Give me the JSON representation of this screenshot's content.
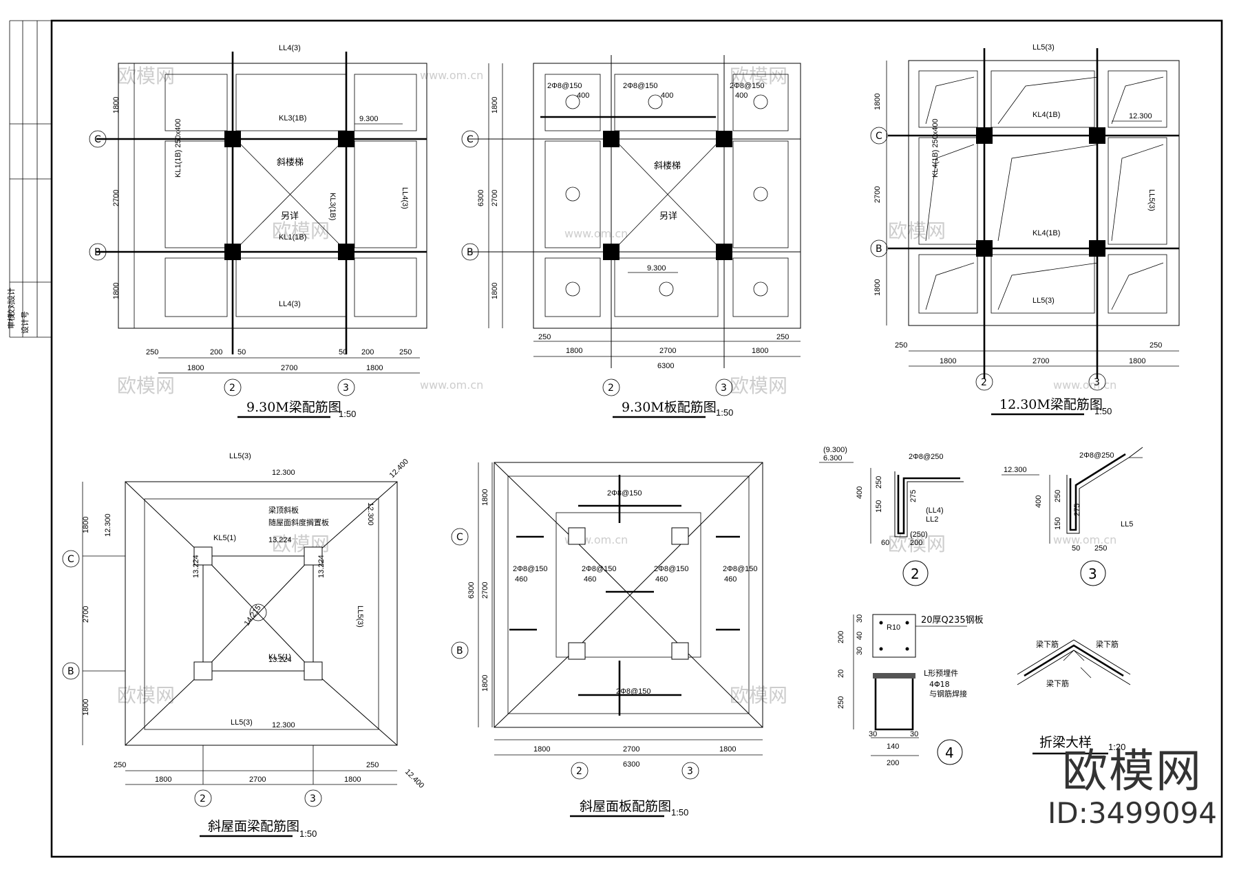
{
  "drawings": {
    "p1": {
      "title": "9.30M梁配筋图",
      "scale": "1:50",
      "beams": [
        "KL3(1B)",
        "KL3(1B)",
        "KL1(1B)",
        "LL4(3)",
        "LL4(3)",
        "LL4(3)",
        "KL1(1B) 250x400"
      ],
      "level": "9.300",
      "center": "斜楼梯",
      "center2": "另详"
    },
    "p2": {
      "title": "9.30M板配筋图",
      "scale": "1:50",
      "level": "9.300",
      "center": "斜楼梯",
      "center2": "另详",
      "rebar": "2Φ8@150",
      "dim400": "400"
    },
    "p3": {
      "title": "12.30M梁配筋图",
      "scale": "1:50",
      "beams": [
        "LL5(3)",
        "KL4(1B)",
        "KL4(1B)",
        "LL5(3)",
        "LL5(3)",
        "KL4(1B) 250x400"
      ],
      "level": "12.300"
    },
    "p4": {
      "title": "斜屋面梁配筋图",
      "scale": "1:50",
      "levels": [
        "12.300",
        "12.300",
        "12.300",
        "12.300",
        "12.400",
        "12.400",
        "13.224",
        "13.224",
        "13.224",
        "13.224",
        "14.215"
      ],
      "beams": [
        "LL5(3)",
        "KL5(1)",
        "KL5(1)",
        "LL5(3)",
        "LL5(3)"
      ],
      "notes": [
        "梁顶斜板",
        "随屋面斜度搁置板"
      ]
    },
    "p5": {
      "title": "斜屋面板配筋图",
      "scale": "1:50",
      "rebar": "2Φ8@150",
      "dim460": "460"
    },
    "d2": {
      "label": "2",
      "levels": [
        "(9.300)",
        "6.300"
      ],
      "rebar": "2Φ8@250",
      "beam": "(LL4)",
      "beam2": "LL2",
      "dims": [
        "400",
        "150",
        "250",
        "275",
        "(250)",
        "200",
        "60"
      ]
    },
    "d3": {
      "label": "3",
      "level": "12.300",
      "rebar": "2Φ8@250",
      "beam": "LL5",
      "dims": [
        "400",
        "150",
        "250",
        "275",
        "50",
        "250"
      ]
    },
    "d4": {
      "label": "4",
      "plate": "20厚Q235钢板",
      "r": "R10",
      "embed": "L形预埋件",
      "anchor": "4Φ18",
      "weld": "与钢筋焊接",
      "dims": [
        "200",
        "30",
        "40",
        "30",
        "20",
        "250",
        "30",
        "140",
        "30",
        "200"
      ]
    },
    "fold": {
      "title": "折梁大样",
      "scale": "1:20",
      "labels": [
        "梁下筋",
        "梁下筋",
        "梁下筋"
      ]
    }
  },
  "dims": {
    "d1800": "1800",
    "d2700": "2700",
    "d6300": "6300",
    "d250": "250",
    "d200": "200",
    "d50": "50"
  },
  "axes": {
    "a2": "2",
    "a3": "3",
    "aB": "B",
    "aC": "C"
  },
  "watermark": {
    "text": "欧模网",
    "url": "www.om.cn"
  },
  "brand": {
    "logo": "欧模网",
    "id": "ID:3499094"
  },
  "titleblock": {
    "rows": [
      "设计",
      "校对",
      "审核",
      "设计号"
    ]
  }
}
